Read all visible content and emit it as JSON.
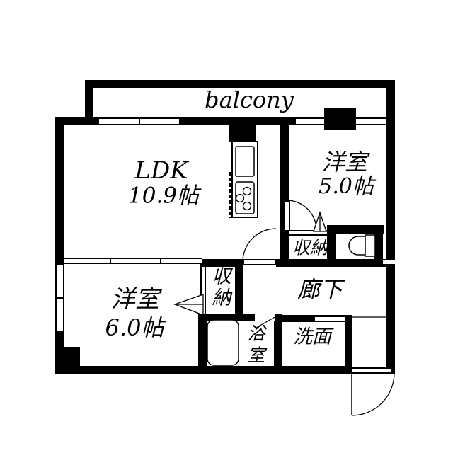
{
  "floorplan": {
    "balcony": {
      "label": "balcony"
    },
    "rooms": {
      "ldk": {
        "name": "LDK",
        "size": "10.9帖"
      },
      "bedroom_right": {
        "name": "洋室",
        "size": "5.0帖"
      },
      "bedroom_left": {
        "name": "洋室",
        "size": "6.0帖"
      },
      "hallway": {
        "name": "廊下"
      },
      "washroom": {
        "name": "洗面"
      },
      "bathroom": {
        "char1": "浴",
        "char2": "室"
      },
      "closet_right": {
        "name": "収納"
      },
      "closet_left": {
        "char1": "収",
        "char2": "納"
      }
    },
    "colors": {
      "wall": "#000000",
      "background": "#ffffff",
      "line": "#000000"
    }
  }
}
